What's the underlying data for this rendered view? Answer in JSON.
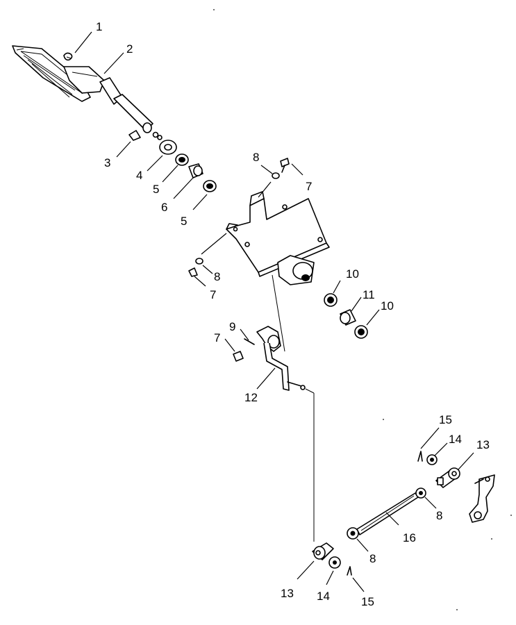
{
  "callouts": [
    {
      "id": "c1",
      "label": "1"
    },
    {
      "id": "c2",
      "label": "2"
    },
    {
      "id": "c3",
      "label": "3"
    },
    {
      "id": "c4",
      "label": "4"
    },
    {
      "id": "c5a",
      "label": "5"
    },
    {
      "id": "c6",
      "label": "6"
    },
    {
      "id": "c5b",
      "label": "5"
    },
    {
      "id": "c8a",
      "label": "8"
    },
    {
      "id": "c7a",
      "label": "7"
    },
    {
      "id": "c8b",
      "label": "8"
    },
    {
      "id": "c7b",
      "label": "7"
    },
    {
      "id": "c10a",
      "label": "10"
    },
    {
      "id": "c11",
      "label": "11"
    },
    {
      "id": "c10b",
      "label": "10"
    },
    {
      "id": "c9",
      "label": "9"
    },
    {
      "id": "c7c",
      "label": "7"
    },
    {
      "id": "c12",
      "label": "12"
    },
    {
      "id": "c15a",
      "label": "15"
    },
    {
      "id": "c14a",
      "label": "14"
    },
    {
      "id": "c13a",
      "label": "13"
    },
    {
      "id": "c8c",
      "label": "8"
    },
    {
      "id": "c16",
      "label": "16"
    },
    {
      "id": "c8d",
      "label": "8"
    },
    {
      "id": "c13b",
      "label": "13"
    },
    {
      "id": "c14b",
      "label": "14"
    },
    {
      "id": "c15b",
      "label": "15"
    }
  ]
}
